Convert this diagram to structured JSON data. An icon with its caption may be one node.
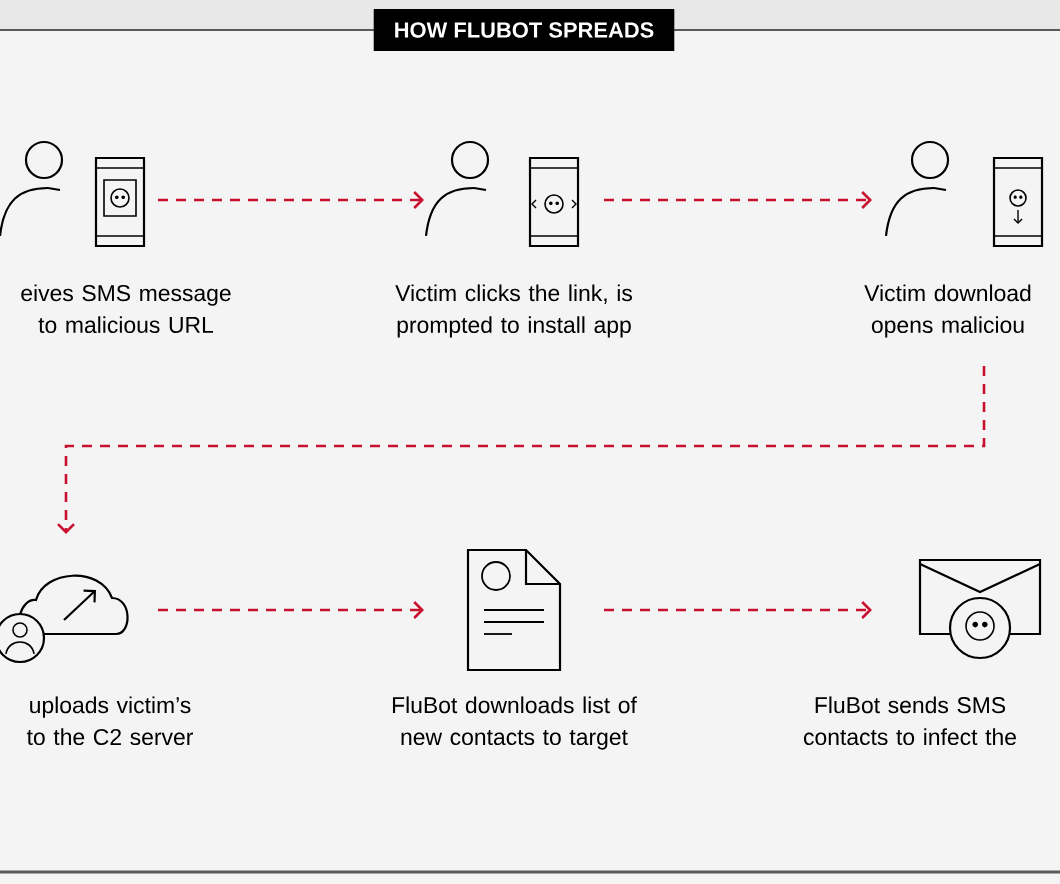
{
  "diagram": {
    "title": "HOW FLUBOT SPREADS",
    "nodes": [
      {
        "text": [
          "eives SMS message to malicious URL"
        ]
      },
      {
        "text": [
          "Victim clicks the link, is prompted to install app"
        ]
      },
      {
        "text": [
          "Victim download opens maliciou"
        ]
      },
      {
        "text": [
          "uploads victim’s to the C2 server"
        ]
      },
      {
        "text": [
          "FluBot downloads list of new contacts to target"
        ]
      },
      {
        "text": [
          "FluBot sends SMS contacts to infect the"
        ]
      }
    ],
    "edges": [
      {
        "from": 0,
        "to": 1,
        "arrow": "to",
        "style": "dashed"
      },
      {
        "from": 1,
        "to": 2,
        "arrow": "to",
        "style": "dashed"
      },
      {
        "from": 2,
        "to": 3,
        "arrow": "to",
        "style": "dashed"
      },
      {
        "from": 3,
        "to": 4,
        "arrow": "to",
        "style": "dashed"
      },
      {
        "from": 4,
        "to": 5,
        "arrow": "to",
        "style": "dashed"
      }
    ]
  }
}
